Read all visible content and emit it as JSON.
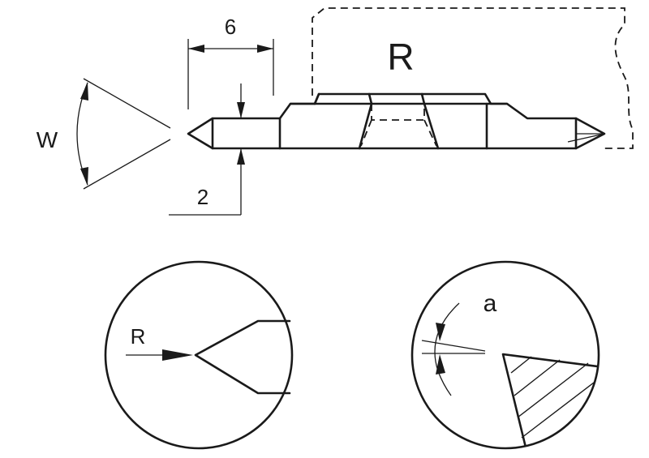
{
  "labels": {
    "dim_width": "6",
    "dim_thickness": "2",
    "angle_w": "W",
    "shank_r": "R",
    "detail_r": "R",
    "detail_a": "a"
  }
}
